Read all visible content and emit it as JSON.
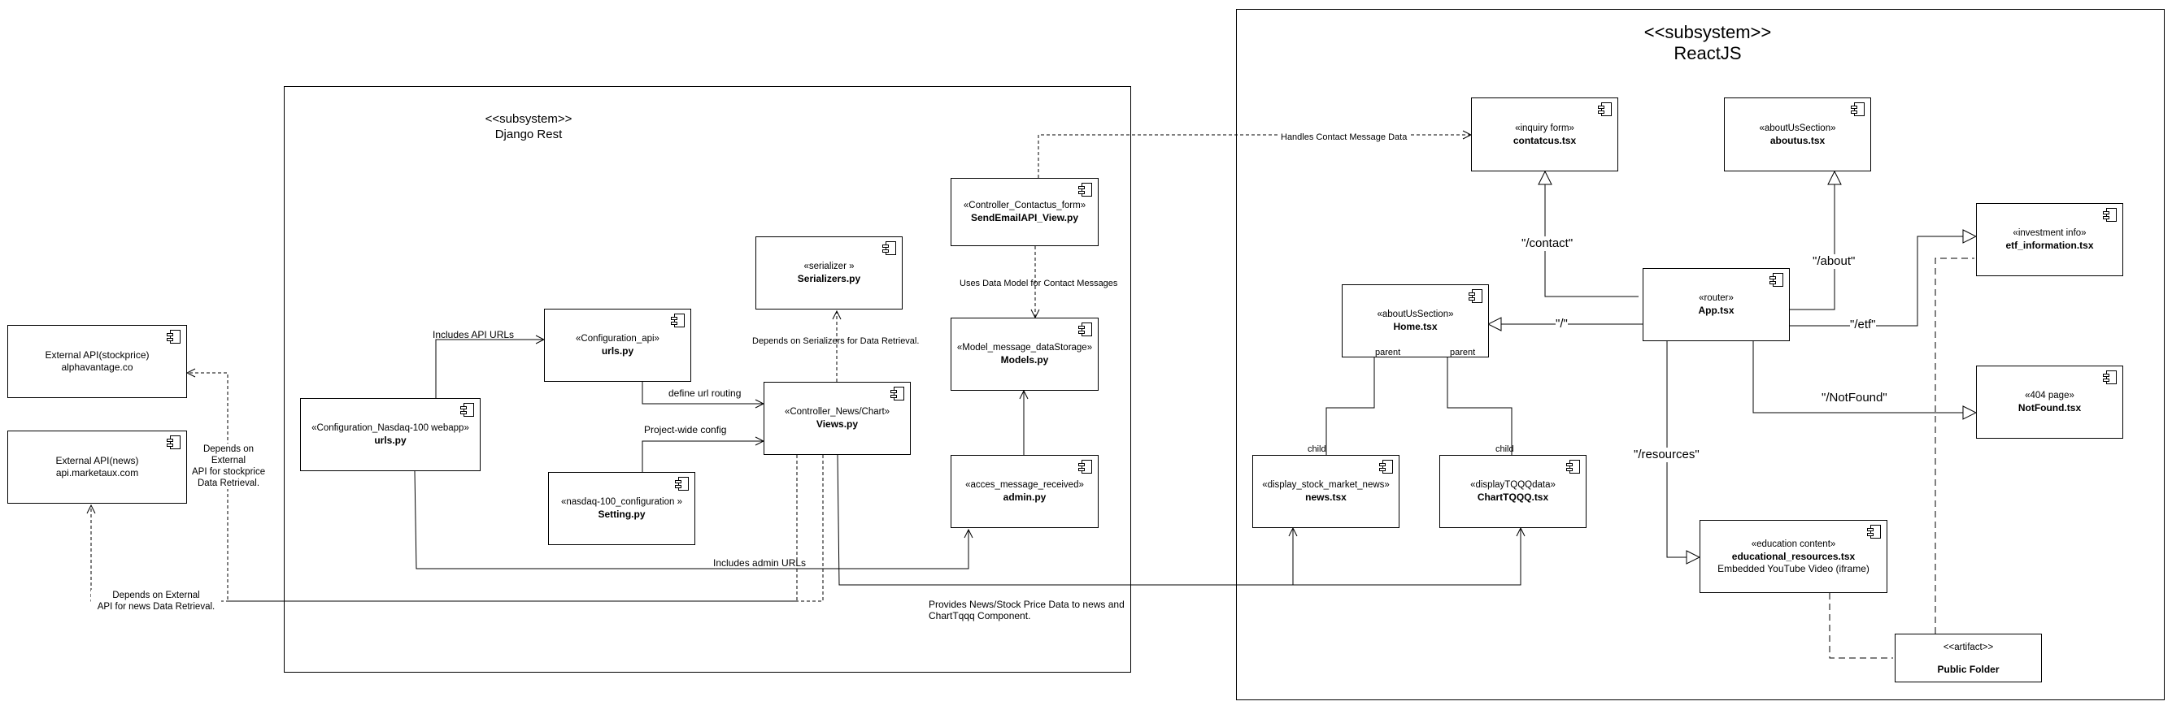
{
  "subsystems": {
    "django": {
      "stereotype": "<<subsystem>>",
      "name": "Django Rest"
    },
    "react": {
      "stereotype": "<<subsystem>>",
      "name": "ReactJS"
    }
  },
  "external": {
    "stockprice": {
      "line1": "External API(stockprice)",
      "line2": "alphavantage.co"
    },
    "news": {
      "line1": "External API(news)",
      "line2": "api.marketaux.com"
    }
  },
  "components": {
    "urls_main": {
      "stereotype": "«Configuration_Nasdaq-100 webapp»",
      "name": "urls.py"
    },
    "urls_api": {
      "stereotype": "«Configuration_api»",
      "name": "urls.py"
    },
    "setting": {
      "stereotype": "«nasdaq-100_configuration »",
      "name": "Setting.py"
    },
    "serializers": {
      "stereotype": "«serializer »",
      "name": "Serializers.py"
    },
    "views": {
      "stereotype": "«Controller_News/Chart»",
      "name": "Views.py"
    },
    "sendemail": {
      "stereotype": "«Controller_Contactus_form»",
      "name": "SendEmailAPI_View.py"
    },
    "models": {
      "stereotype": "«Model_message_dataStorage»",
      "name": "Models.py"
    },
    "admin": {
      "stereotype": "«acces_message_received»",
      "name": "admin.py"
    },
    "contactus": {
      "stereotype": "«inquiry form»",
      "name": "contatcus.tsx"
    },
    "aboutus": {
      "stereotype": "«aboutUsSection»",
      "name": "aboutus.tsx"
    },
    "etf": {
      "stereotype": "«investment info»",
      "name": "etf_information.tsx"
    },
    "home": {
      "stereotype": "«aboutUsSection»",
      "name": "Home.tsx"
    },
    "app": {
      "stereotype": "«router»",
      "name": "App.tsx"
    },
    "notfound": {
      "stereotype": "«404 page»",
      "name": "NotFound.tsx"
    },
    "news": {
      "stereotype": "«display_stock_market_news»",
      "name": "news.tsx"
    },
    "chart": {
      "stereotype": "«displayTQQQdata»",
      "name": "ChartTQQQ.tsx"
    },
    "education": {
      "stereotype": "«education content»",
      "name": "educational_resources.tsx",
      "note": "Embedded YouTube Video (iframe)"
    },
    "public": {
      "stereotype": "<<artifact>>",
      "name": "Public Folder"
    }
  },
  "labels": {
    "includes_api_urls": "Includes API URLs",
    "define_url_routing": "define url routing",
    "project_wide_config": "Project-wide config",
    "includes_admin_urls": "Includes admin URLs",
    "depends_serializers": "Depends on Serializers for Data Retrieval.",
    "uses_data_model": "Uses Data Model for Contact Messages",
    "handles_contact": "Handles Contact Message Data",
    "depends_stockprice": [
      "Depends on",
      "External",
      "API for stockprice",
      "Data Retrieval."
    ],
    "depends_news": [
      "Depends on External",
      "API for news Data Retrieval."
    ],
    "provides_news": [
      "Provides News/Stock Price Data to news and",
      "ChartTqqq Component."
    ],
    "route_contact": "\"/contact\"",
    "route_about": "\"/about\"",
    "route_etf": "\"/etf\"",
    "route_home": "\"/\"",
    "route_notfound": "\"/NotFound\"",
    "route_resources": "\"/resources\"",
    "parent_1": "parent",
    "parent_2": "parent",
    "child_1": "child",
    "child_2": "child"
  }
}
